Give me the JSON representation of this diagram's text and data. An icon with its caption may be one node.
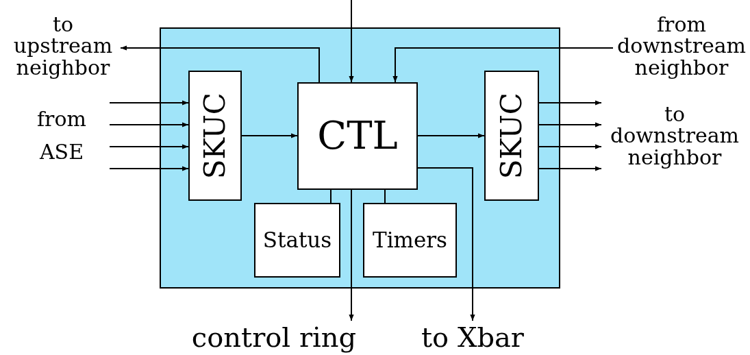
{
  "diagram": {
    "nodes": [
      {
        "text": [],
        "shape": "box"
      },
      {
        "text": [
          "SKUC"
        ],
        "in": 0
      },
      {
        "text": [
          "CTL"
        ],
        "in": 0
      },
      {
        "text": [
          "SKUC"
        ],
        "in": 0
      },
      {
        "text": [
          "Status"
        ],
        "in": 0
      },
      {
        "text": [
          "Timers"
        ],
        "in": 0
      },
      {
        "text": [
          "to upstream neighbor"
        ]
      },
      {
        "text": [
          "from downstream neighbor"
        ]
      },
      {
        "text": [
          "from ASE"
        ]
      },
      {
        "text": [
          "to downstream neighbor"
        ]
      },
      {
        "text": [
          "control ring"
        ]
      },
      {
        "text": [
          "to Xbar"
        ]
      }
    ],
    "edges": [
      {
        "from": 2,
        "to": 6,
        "arrow": "to"
      },
      {
        "from": null,
        "to": 2,
        "arrow": "to"
      },
      {
        "from": 7,
        "to": 2,
        "arrow": "to"
      },
      {
        "from": 8,
        "to": 1,
        "arrow": "to"
      },
      {
        "from": 8,
        "to": 1,
        "arrow": "to"
      },
      {
        "from": 8,
        "to": 1,
        "arrow": "to"
      },
      {
        "from": 8,
        "to": 1,
        "arrow": "to"
      },
      {
        "from": 1,
        "to": 2,
        "arrow": "to"
      },
      {
        "from": 2,
        "to": 3,
        "arrow": "to"
      },
      {
        "from": 3,
        "to": 9,
        "arrow": "to"
      },
      {
        "from": 3,
        "to": 9,
        "arrow": "to"
      },
      {
        "from": 3,
        "to": 9,
        "arrow": "to"
      },
      {
        "from": 3,
        "to": 9,
        "arrow": "to"
      },
      {
        "from": 2,
        "to": 4,
        "arrow": "none"
      },
      {
        "from": 2,
        "to": 5,
        "arrow": "none"
      },
      {
        "from": 2,
        "to": 10,
        "arrow": "to"
      },
      {
        "from": 2,
        "to": 11,
        "arrow": "to"
      }
    ]
  }
}
